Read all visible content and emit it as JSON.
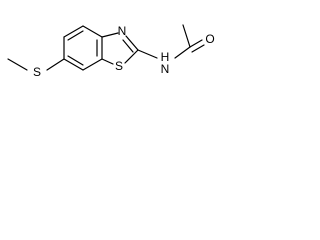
{
  "molecule": {
    "atoms": {
      "sulfur_thioether": "S",
      "nitrogen_ring": "N",
      "sulfur_ring": "S",
      "nitrogen_amide": "N",
      "hydrogen_amide": "H",
      "oxygen_carbonyl": "O"
    }
  },
  "colors": {
    "bond": "#000000",
    "background": "#ffffff"
  }
}
